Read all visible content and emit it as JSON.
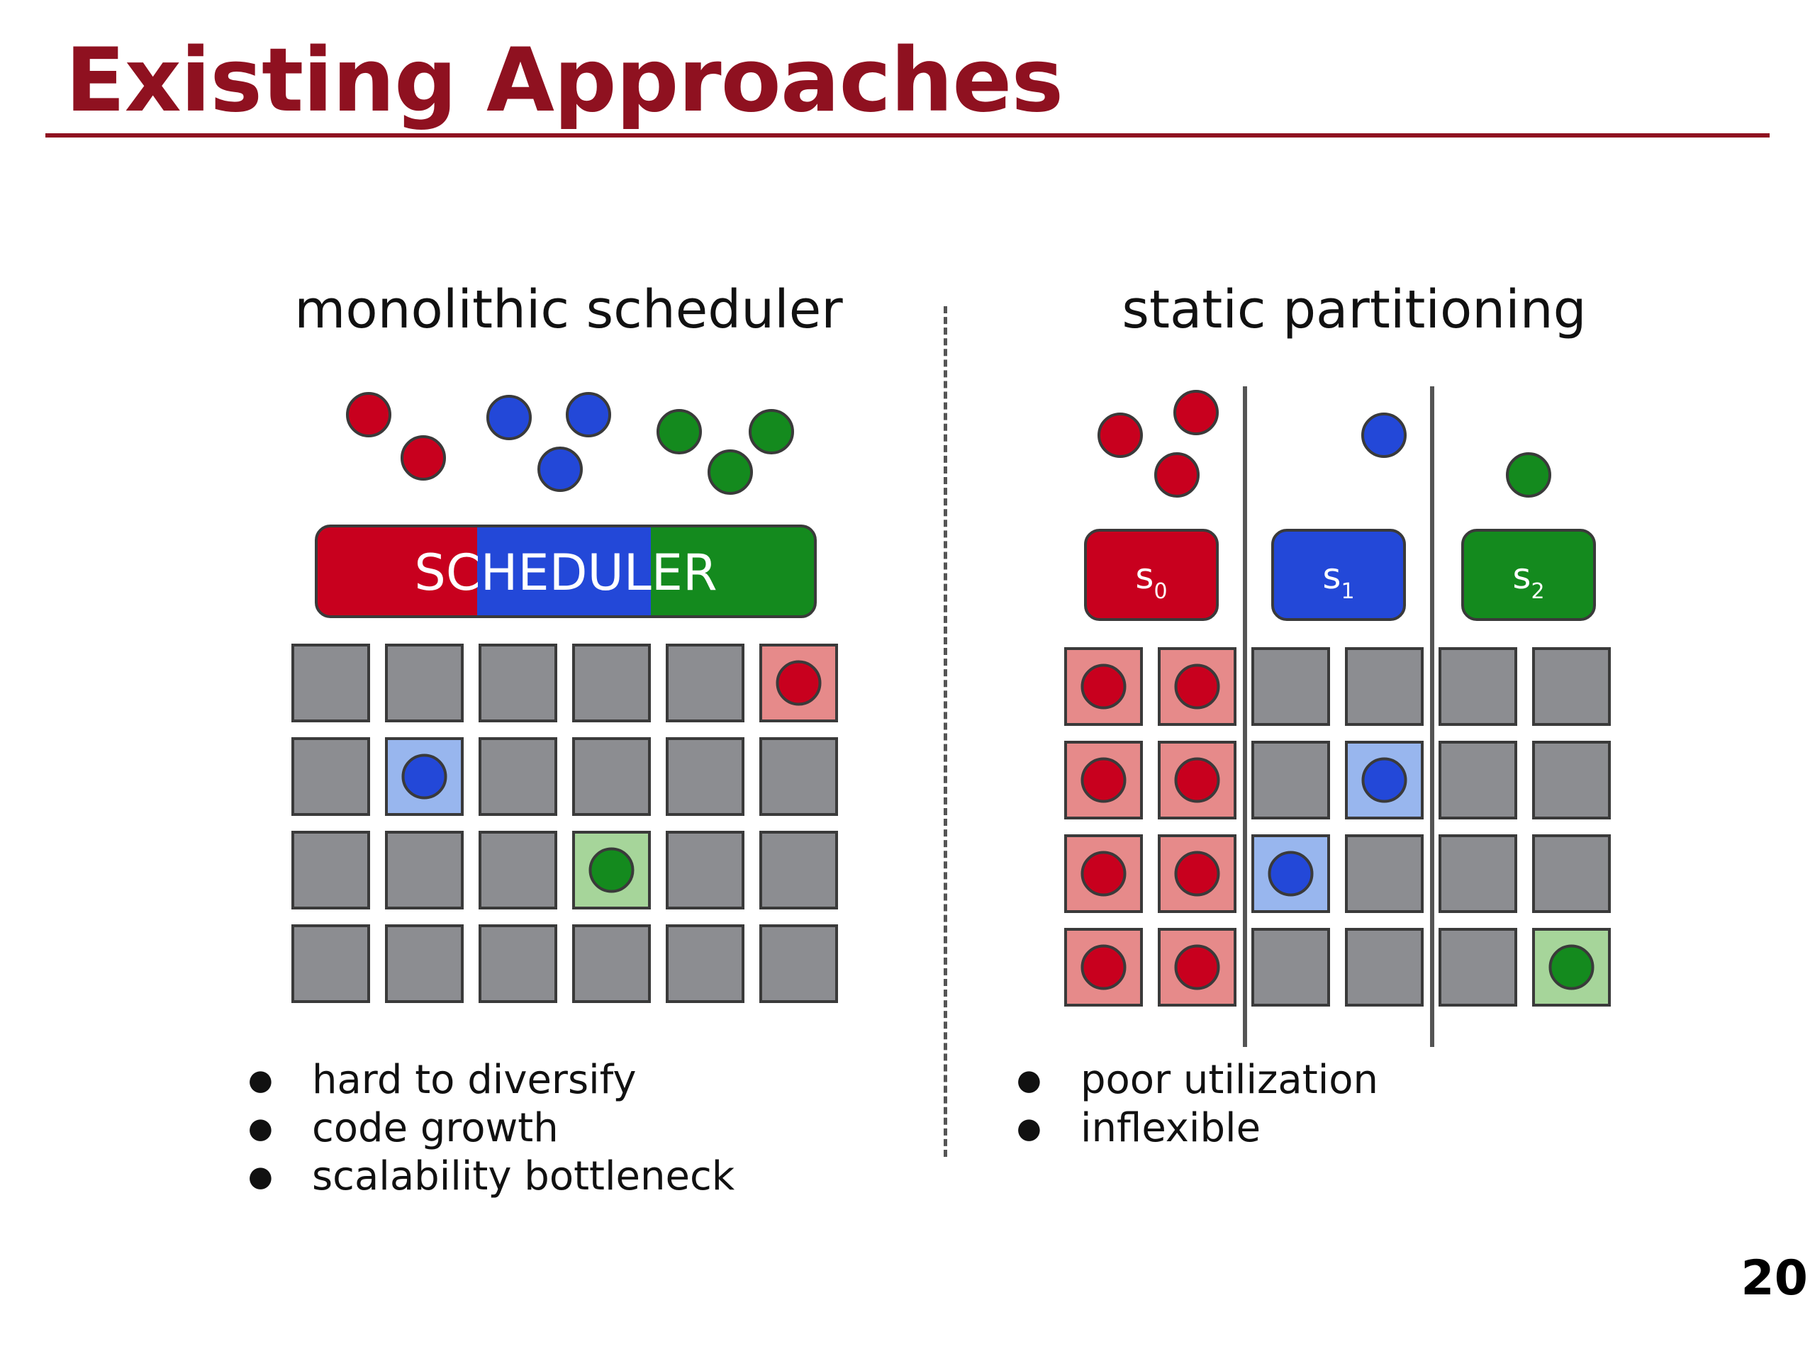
{
  "slide": {
    "title": "Existing Approaches",
    "page_number": "20"
  },
  "colors": {
    "title": "#8f1120",
    "red": "#c8001e",
    "blue": "#2348d8",
    "green": "#148a1e",
    "slot_gray": "#8c8d91",
    "slot_red": "#e68a8a",
    "slot_blue": "#98b6ee",
    "slot_green": "#a6d59a",
    "border": "#3a3a3a"
  },
  "monolithic": {
    "title": "monolithic scheduler",
    "scheduler_label": "SCHEDULER",
    "scheduler_colors": [
      "red",
      "blue",
      "green"
    ],
    "waiting_tasks": [
      "red",
      "red",
      "blue",
      "blue",
      "blue",
      "green",
      "green",
      "green"
    ],
    "grid": [
      [
        "empty",
        "empty",
        "empty",
        "empty",
        "empty",
        "red"
      ],
      [
        "empty",
        "blue",
        "empty",
        "empty",
        "empty",
        "empty"
      ],
      [
        "empty",
        "empty",
        "empty",
        "green",
        "empty",
        "empty"
      ],
      [
        "empty",
        "empty",
        "empty",
        "empty",
        "empty",
        "empty"
      ]
    ],
    "bullets": [
      "hard to diversify",
      "code growth",
      "scalability bottleneck"
    ]
  },
  "static": {
    "title": "static partitioning",
    "partitions": [
      {
        "label": "s",
        "subscript": "0",
        "color": "red",
        "waiting_tasks": 3
      },
      {
        "label": "s",
        "subscript": "1",
        "color": "blue",
        "waiting_tasks": 1
      },
      {
        "label": "s",
        "subscript": "2",
        "color": "green",
        "waiting_tasks": 1
      }
    ],
    "grid": [
      [
        "red",
        "red",
        "empty",
        "empty",
        "empty",
        "empty"
      ],
      [
        "red",
        "red",
        "empty",
        "blue",
        "empty",
        "empty"
      ],
      [
        "red",
        "red",
        "blue",
        "empty",
        "empty",
        "empty"
      ],
      [
        "red",
        "red",
        "empty",
        "empty",
        "empty",
        "green"
      ]
    ],
    "bullets": [
      "poor utilization",
      "inflexible"
    ]
  }
}
